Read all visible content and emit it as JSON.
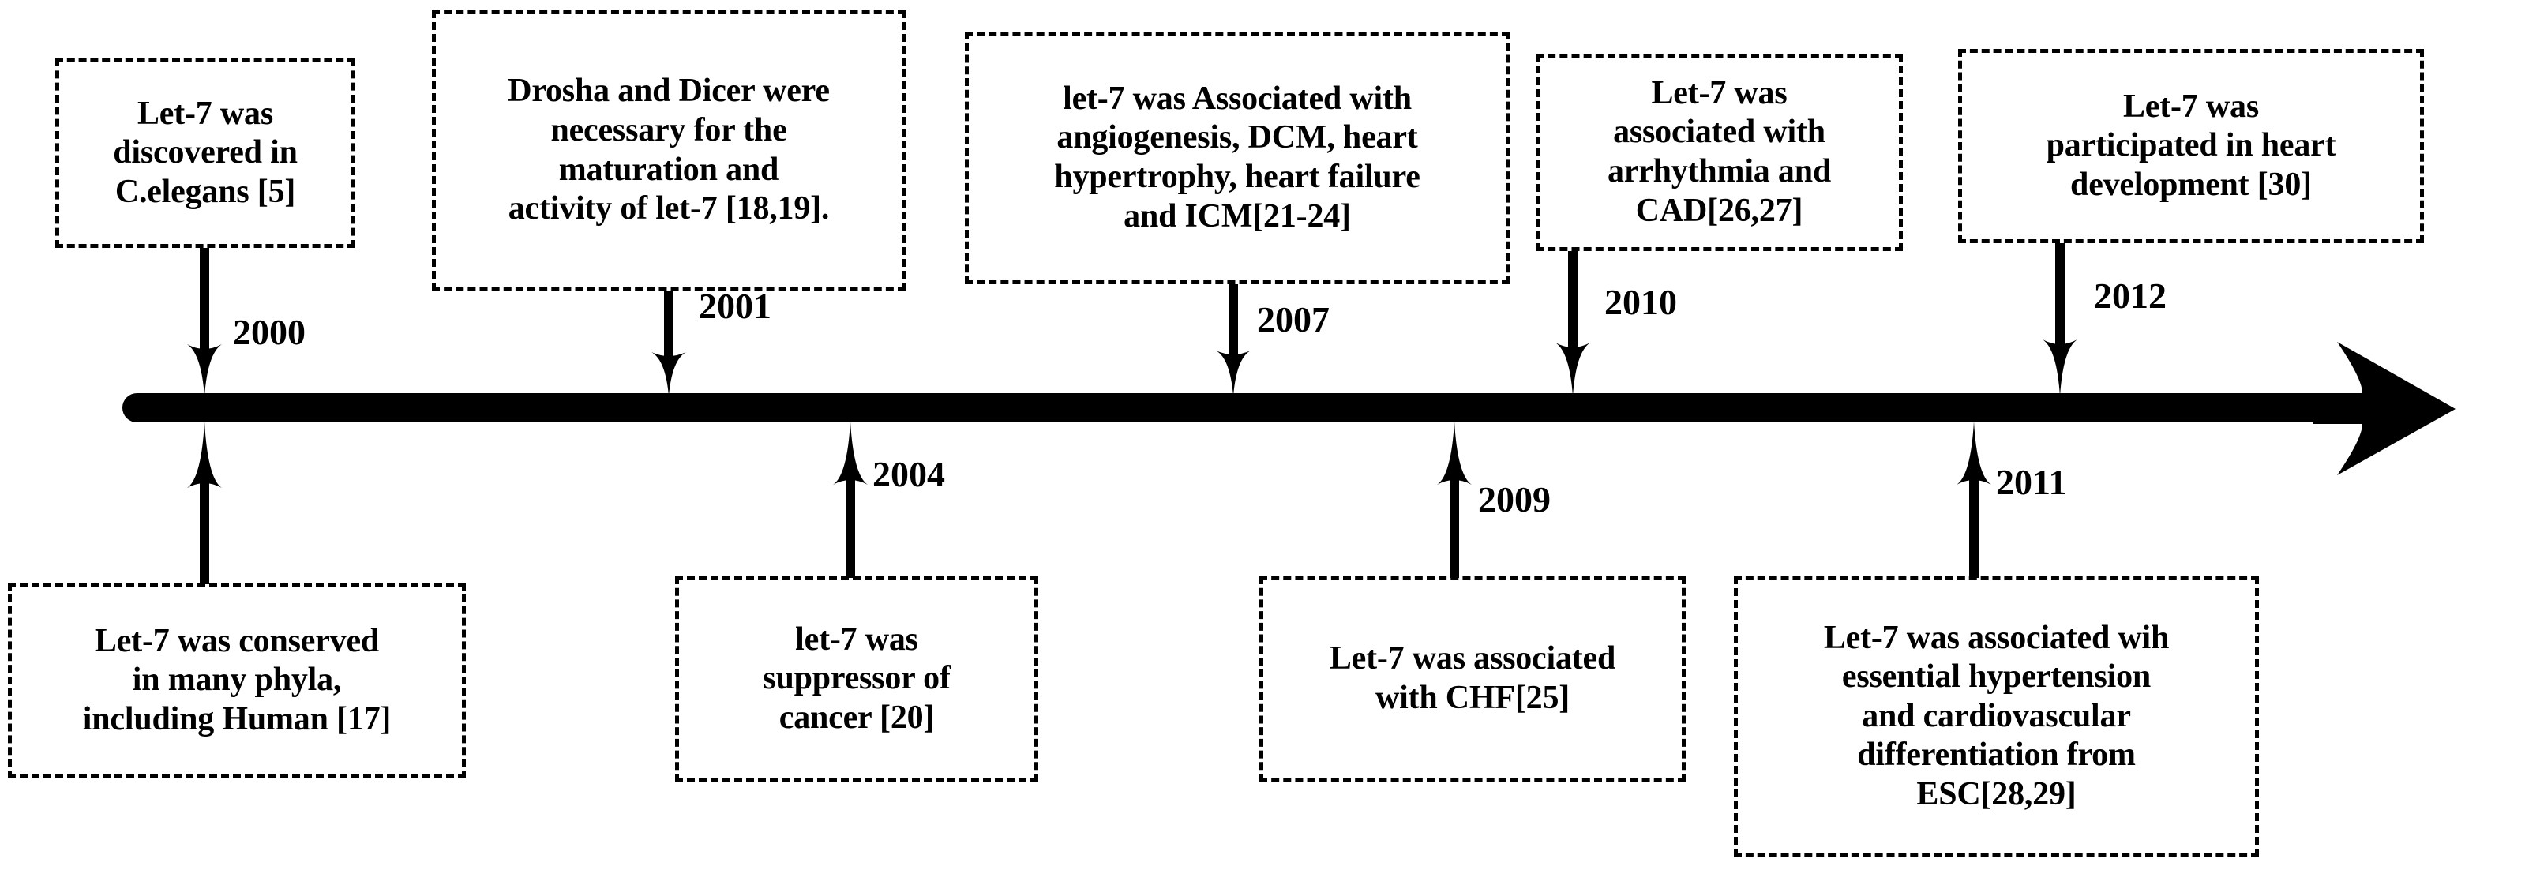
{
  "figure": {
    "kind": "timeline-diagram",
    "subject": "let-7 research milestones",
    "colors": {
      "ink": "#000000",
      "background": "#ffffff"
    },
    "axis": {
      "name": "time-axis",
      "direction": "left-to-right",
      "head": "solid-arrowhead"
    }
  },
  "events": [
    {
      "id": "e2000",
      "year": "2000",
      "side": "top",
      "text": "Let-7 was\ndiscovered in\nC.elegans [5]"
    },
    {
      "id": "e2001",
      "year": "2001",
      "side": "top",
      "text": "Drosha and Dicer were\nnecessary for the\nmaturation and\nactivity of let-7 [18,19]."
    },
    {
      "id": "e2007",
      "year": "2007",
      "side": "top",
      "text": "let-7 was Associated with\nangiogenesis, DCM, heart\nhypertrophy, heart failure\nand ICM[21-24]"
    },
    {
      "id": "e2010",
      "year": "2010",
      "side": "top",
      "text": "Let-7 was\nassociated with\narrhythmia and\nCAD[26,27]"
    },
    {
      "id": "e2012",
      "year": "2012",
      "side": "top",
      "text": "Let-7 was\nparticipated in heart\ndevelopment [30]"
    },
    {
      "id": "e2002",
      "year": "",
      "side": "bottom",
      "text": "Let-7 was conserved\nin many phyla,\nincluding Human [17]"
    },
    {
      "id": "e2004",
      "year": "2004",
      "side": "bottom",
      "text": "let-7 was\nsuppressor of\ncancer [20]"
    },
    {
      "id": "e2009",
      "year": "2009",
      "side": "bottom",
      "text": "Let-7 was associated\nwith CHF[25]"
    },
    {
      "id": "e2011",
      "year": "2011",
      "side": "bottom",
      "text": "Let-7 was associated wih\nessential hypertension\nand cardiovascular\ndifferentiation from\nESC[28,29]"
    }
  ],
  "years": {
    "y2000": "2000",
    "y2001": "2001",
    "y2004": "2004",
    "y2007": "2007",
    "y2009": "2009",
    "y2010": "2010",
    "y2011": "2011",
    "y2012": "2012"
  }
}
